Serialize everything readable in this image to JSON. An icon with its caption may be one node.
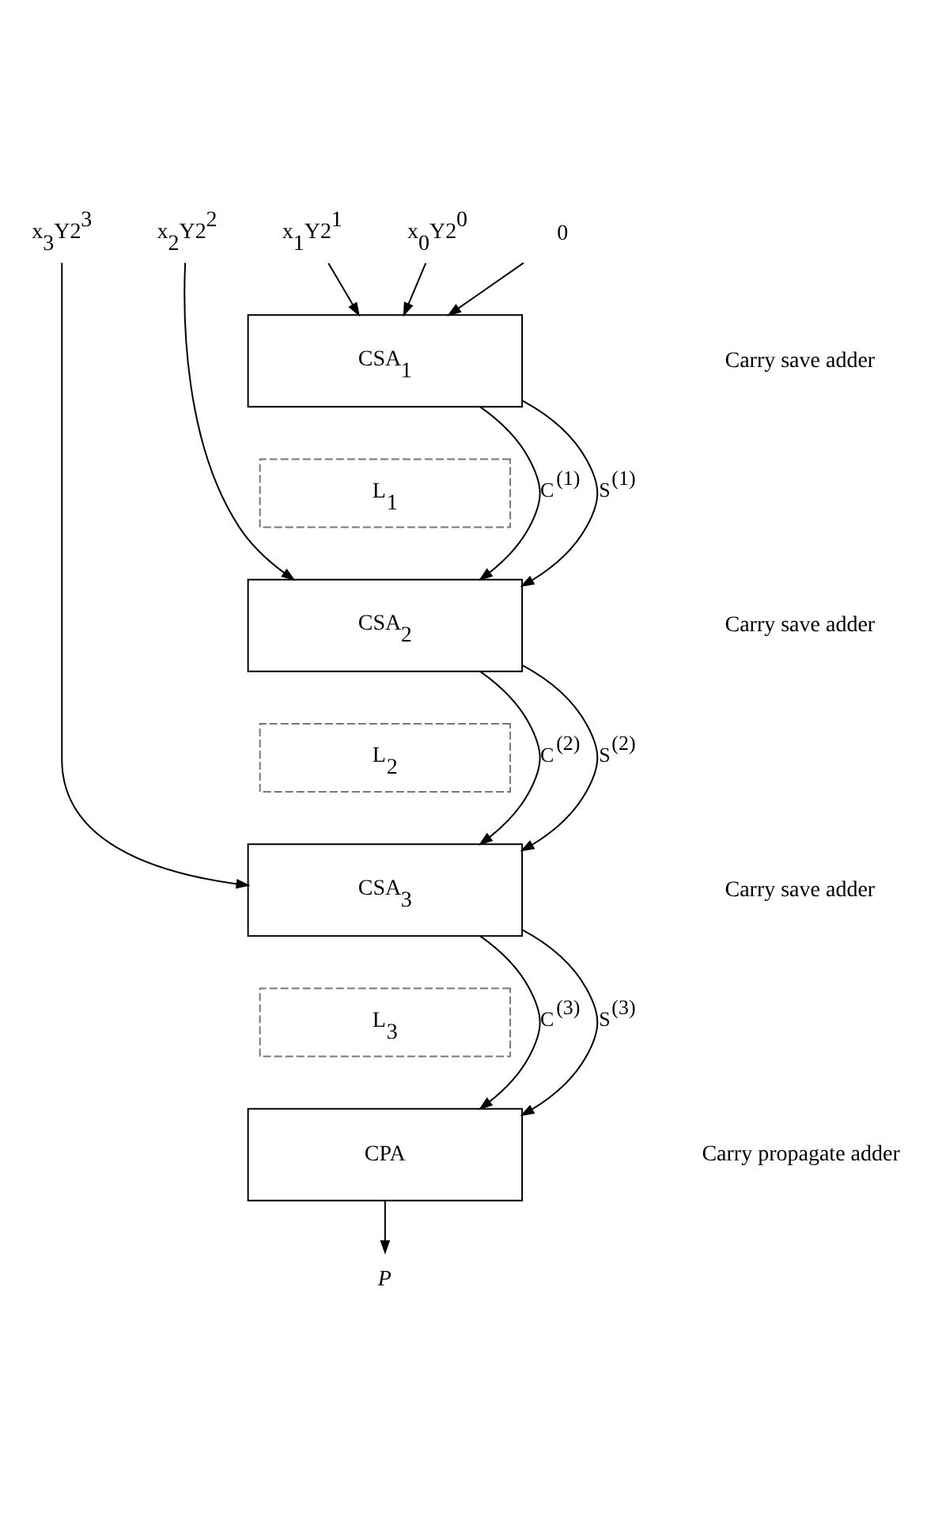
{
  "diagram": {
    "nodes": [
      {
        "text": [
          "x$_{3}$Y2$^{3}$"
        ]
      },
      {
        "text": [
          "x$_{2}$Y2$^{2}$"
        ]
      },
      {
        "text": [
          "x$_{1}$Y2$^{1}$"
        ]
      },
      {
        "text": [
          "x$_{0}$Y2$^{0}$"
        ]
      },
      {
        "text": [
          "0"
        ]
      },
      {
        "text": [
          "CSA$_{1}$"
        ]
      },
      {
        "text": [
          "L$_{1}$"
        ]
      },
      {
        "text": [
          "CSA$_{2}$"
        ]
      },
      {
        "text": [
          "L$_{2}$"
        ]
      },
      {
        "text": [
          "CSA$_{3}$"
        ]
      },
      {
        "text": [
          "L$_{3}$"
        ]
      },
      {
        "text": [
          "CPA"
        ]
      },
      {
        "text": [
          "P"
        ]
      }
    ],
    "edges": [
      {
        "from": 2,
        "to": 5,
        "arrow": "to"
      },
      {
        "from": 3,
        "to": 5,
        "arrow": "to"
      },
      {
        "from": 4,
        "to": 5,
        "arrow": "to"
      },
      {
        "from": 1,
        "to": 7,
        "arrow": "to"
      },
      {
        "from": 5,
        "to": 7,
        "arrow": "to",
        "label": "C$^{(1)}$"
      },
      {
        "from": 5,
        "to": 7,
        "arrow": "to",
        "label": "S$^{(1)}$"
      },
      {
        "from": 0,
        "to": 9,
        "arrow": "to"
      },
      {
        "from": 7,
        "to": 9,
        "arrow": "to",
        "label": "C$^{(2)}$"
      },
      {
        "from": 7,
        "to": 9,
        "arrow": "to",
        "label": "S$^{(2)}$"
      },
      {
        "from": 9,
        "to": 11,
        "arrow": "to",
        "label": "C$^{(3)}$"
      },
      {
        "from": 9,
        "to": 11,
        "arrow": "to",
        "label": "S$^{(3)}$"
      },
      {
        "from": 11,
        "to": 12,
        "arrow": "to"
      }
    ],
    "labels": [
      "Carry save adder",
      "Carry save adder",
      "Carry save adder",
      "Carry propagate adder"
    ]
  }
}
